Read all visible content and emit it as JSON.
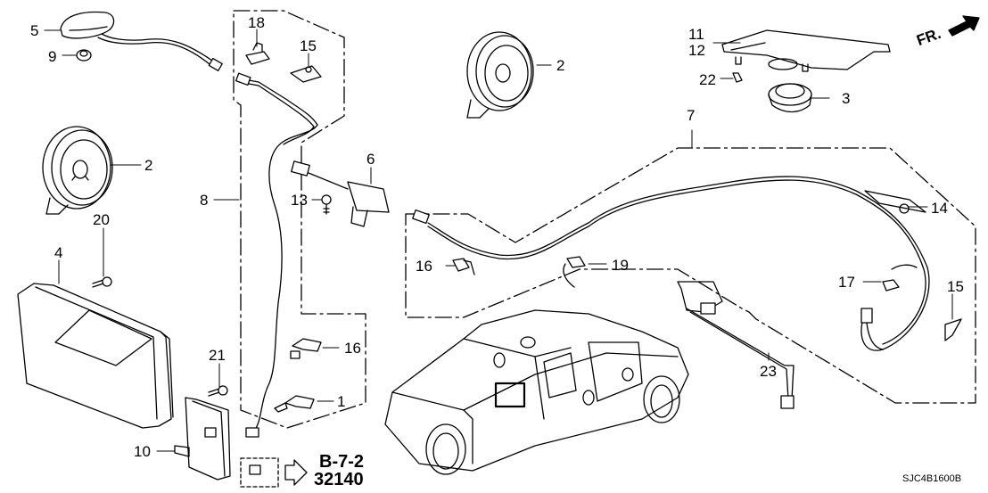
{
  "diagram": {
    "type": "exploded-parts-diagram",
    "subject": "Vehicle audio / antenna parts",
    "direction_indicator": {
      "label": "FR.",
      "icon": "front-arrow-icon"
    },
    "reference": {
      "section": "B-7-2",
      "part_group": "32140"
    },
    "diagram_code": "SJC4B1600B"
  },
  "callouts": [
    {
      "id": "c5",
      "label": "5",
      "part": "roof-antenna"
    },
    {
      "id": "c9",
      "label": "9",
      "part": "grommet"
    },
    {
      "id": "c2a",
      "label": "2",
      "part": "speaker-left"
    },
    {
      "id": "c2b",
      "label": "2",
      "part": "speaker-right"
    },
    {
      "id": "c4",
      "label": "4",
      "part": "audio-unit"
    },
    {
      "id": "c20",
      "label": "20",
      "part": "bolt"
    },
    {
      "id": "c21",
      "label": "21",
      "part": "bolt"
    },
    {
      "id": "c10",
      "label": "10",
      "part": "bracket-module"
    },
    {
      "id": "c18",
      "label": "18",
      "part": "clip"
    },
    {
      "id": "c15a",
      "label": "15",
      "part": "clip"
    },
    {
      "id": "c8",
      "label": "8",
      "part": "antenna-feeder-cable"
    },
    {
      "id": "c6",
      "label": "6",
      "part": "antenna-amplifier"
    },
    {
      "id": "c13",
      "label": "13",
      "part": "bolt"
    },
    {
      "id": "c16a",
      "label": "16",
      "part": "clip"
    },
    {
      "id": "c1",
      "label": "1",
      "part": "clip"
    },
    {
      "id": "c11",
      "label": "11",
      "part": "speaker-grille"
    },
    {
      "id": "c12",
      "label": "12",
      "part": "speaker-grille"
    },
    {
      "id": "c22",
      "label": "22",
      "part": "clip"
    },
    {
      "id": "c3",
      "label": "3",
      "part": "tweeter"
    },
    {
      "id": "c7",
      "label": "7",
      "part": "antenna-sub-cable"
    },
    {
      "id": "c14",
      "label": "14",
      "part": "holder"
    },
    {
      "id": "c16b",
      "label": "16",
      "part": "clip"
    },
    {
      "id": "c19",
      "label": "19",
      "part": "clip"
    },
    {
      "id": "c17",
      "label": "17",
      "part": "clip"
    },
    {
      "id": "c15b",
      "label": "15",
      "part": "clip"
    },
    {
      "id": "c23",
      "label": "23",
      "part": "cable"
    }
  ]
}
